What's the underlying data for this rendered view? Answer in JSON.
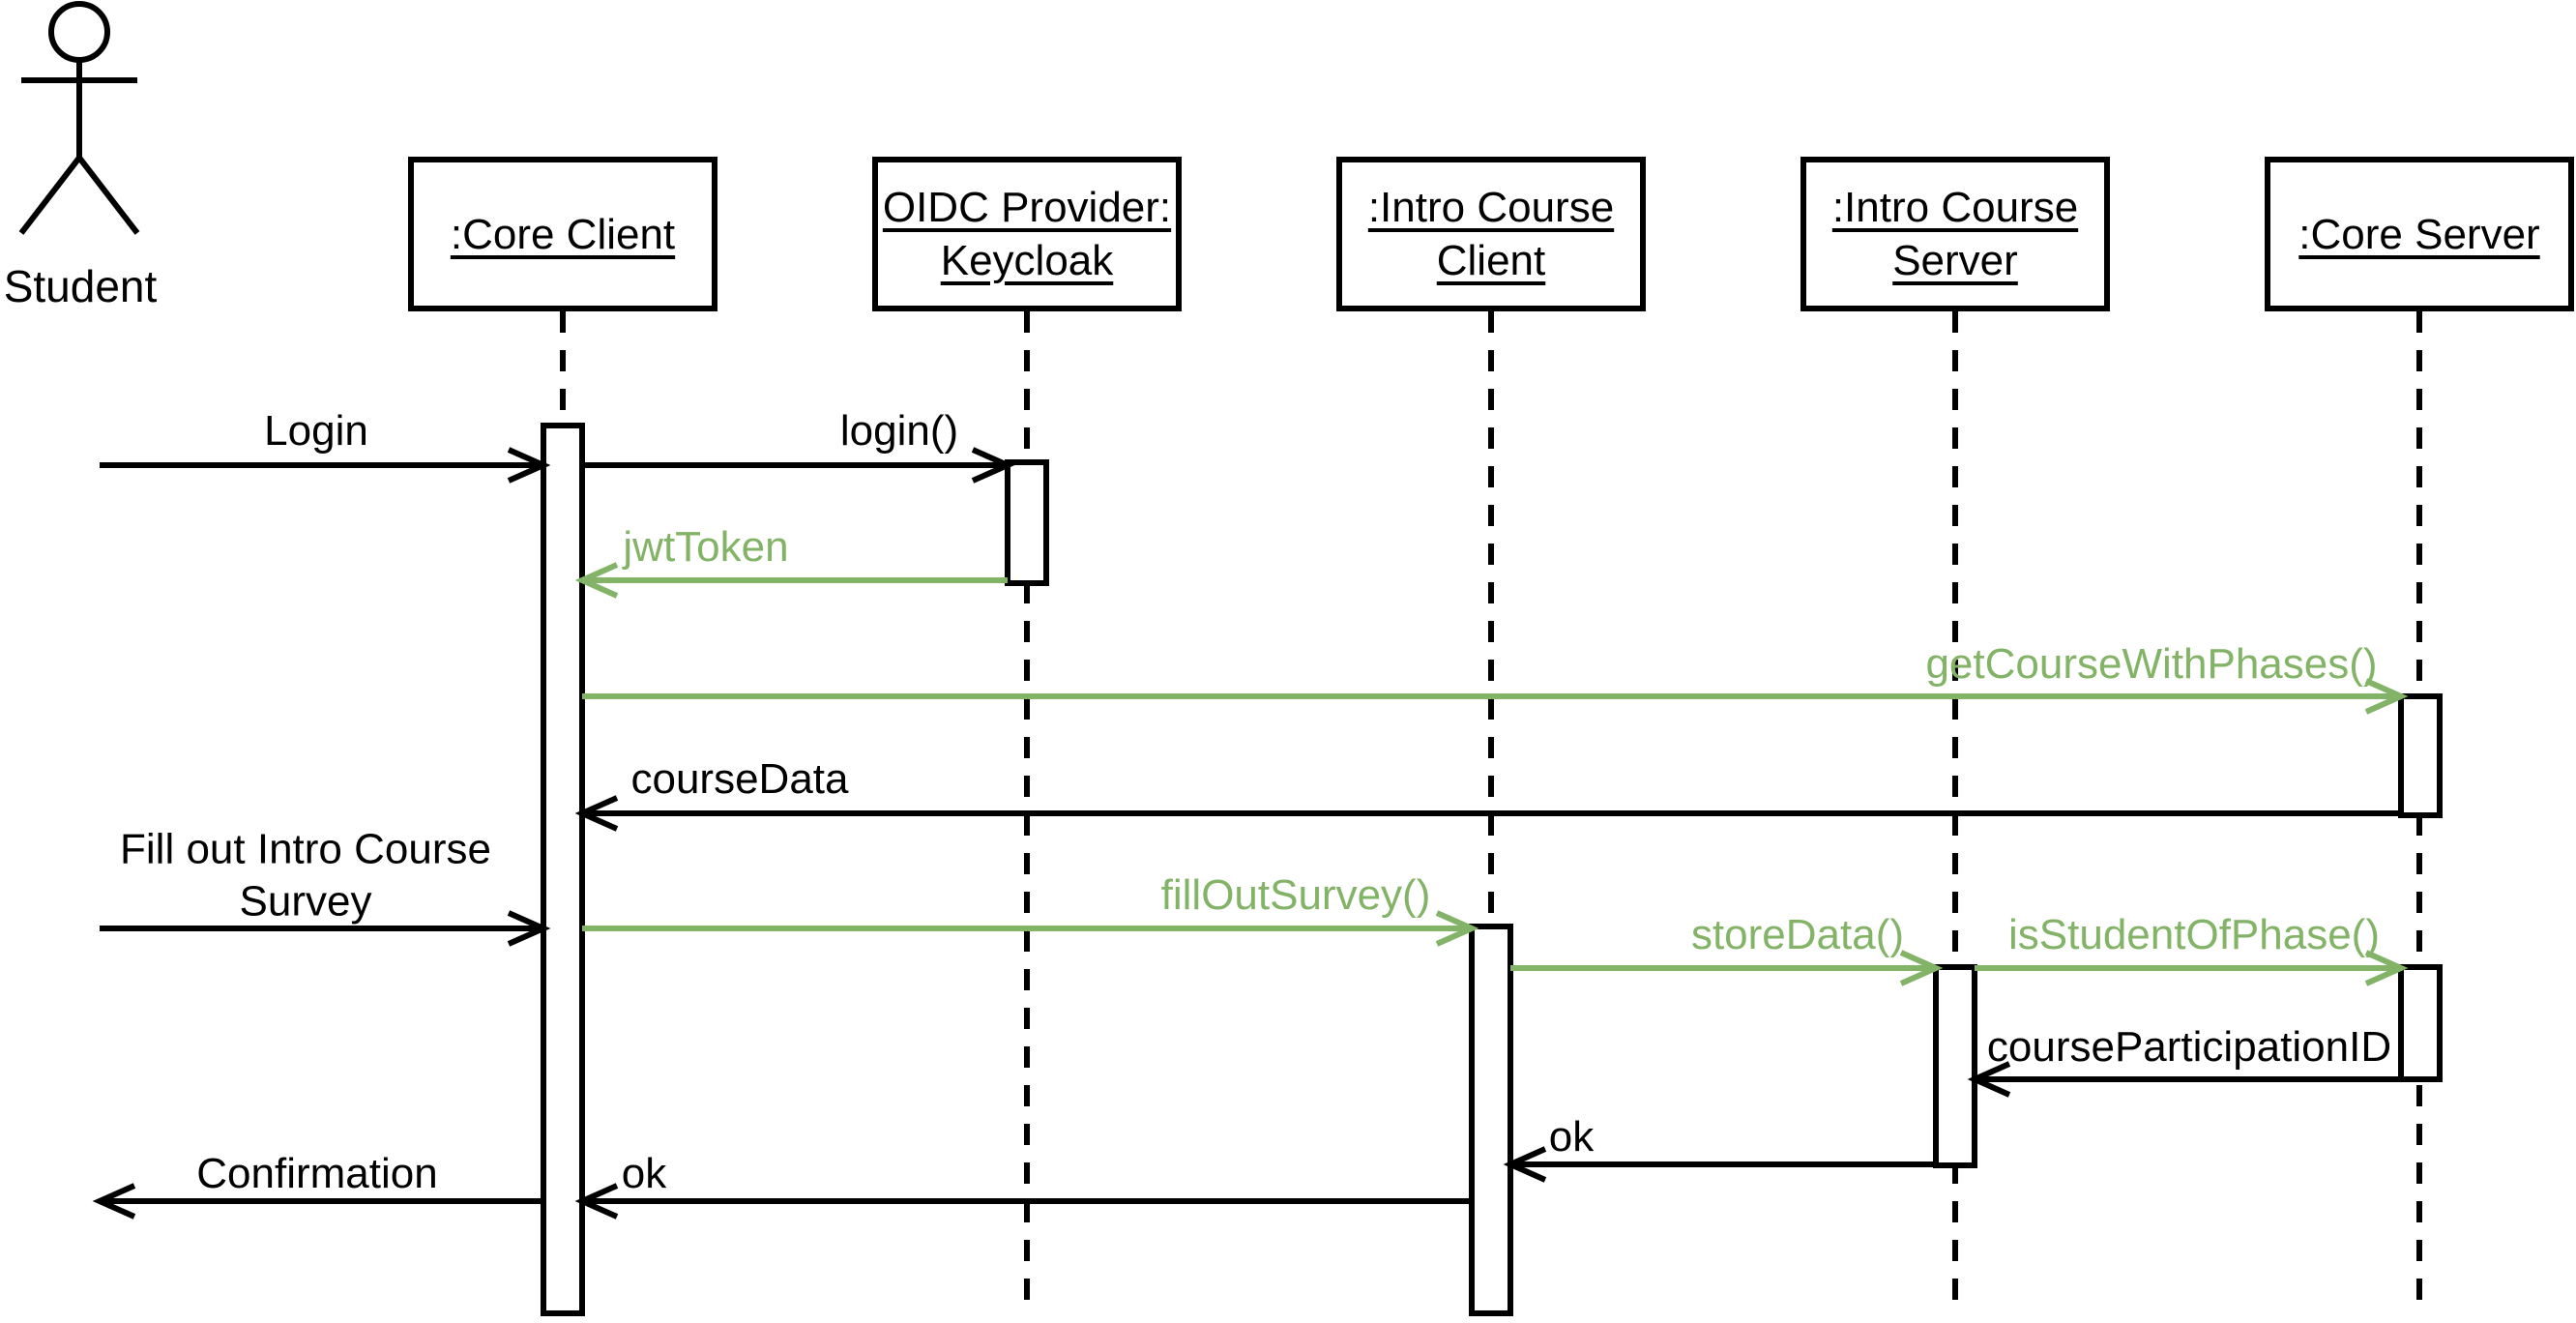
{
  "diagram": {
    "kind": "uml-sequence-diagram",
    "background": "#ffffff"
  },
  "colors": {
    "green": "#82b366",
    "black": "#000000"
  },
  "actor": {
    "label": "Student"
  },
  "lifelines": [
    {
      "label": ":Core Client"
    },
    {
      "label": "OIDC Provider: Keycloak"
    },
    {
      "label": ":Intro Course Client"
    },
    {
      "label": ":Intro Course Server"
    },
    {
      "label": ":Core Server"
    }
  ],
  "messages": [
    {
      "label": "Login",
      "color": "black",
      "from": "Student",
      "to": ":Core Client"
    },
    {
      "label": "login()",
      "color": "green-black",
      "from": ":Core Client",
      "to": "OIDC Provider: Keycloak"
    },
    {
      "label": "jwtToken",
      "color": "green",
      "from": "OIDC Provider: Keycloak",
      "to": ":Core Client"
    },
    {
      "label": "getCourseWithPhases()",
      "color": "green",
      "from": ":Core Client",
      "to": ":Core Server"
    },
    {
      "label": "courseData",
      "color": "black",
      "from": ":Core Server",
      "to": ":Core Client"
    },
    {
      "label": "Fill out Intro Course Survey",
      "color": "black",
      "from": "Student",
      "to": ":Core Client"
    },
    {
      "label": "fillOutSurvey()",
      "color": "green",
      "from": ":Core Client",
      "to": ":Intro Course Client"
    },
    {
      "label": "storeData()",
      "color": "green",
      "from": ":Intro Course Client",
      "to": ":Intro Course Server"
    },
    {
      "label": "isStudentOfPhase()",
      "color": "green",
      "from": ":Intro Course Server",
      "to": ":Core Server"
    },
    {
      "label": "courseParticipationID",
      "color": "black",
      "from": ":Core Server",
      "to": ":Intro Course Server"
    },
    {
      "label": "ok",
      "color": "black",
      "from": ":Intro Course Server",
      "to": ":Intro Course Client"
    },
    {
      "label": "ok",
      "color": "black",
      "from": ":Intro Course Client",
      "to": ":Core Client"
    },
    {
      "label": "Confirmation",
      "color": "black",
      "from": ":Core Client",
      "to": "Student"
    }
  ]
}
